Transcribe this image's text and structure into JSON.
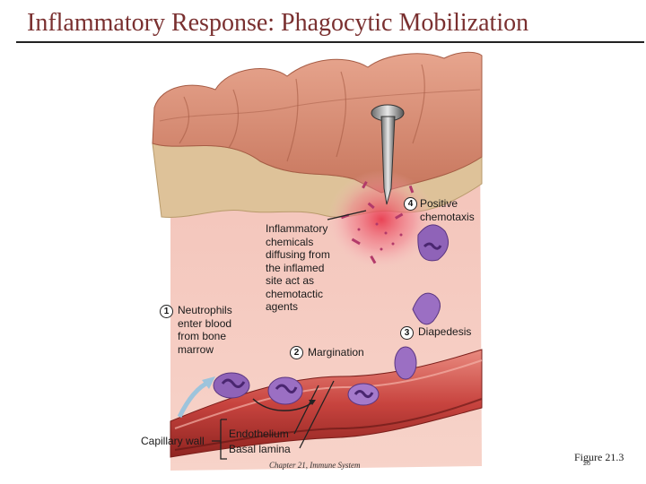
{
  "title": "Inflammatory Response: Phagocytic Mobilization",
  "steps": [
    {
      "number": "1",
      "text": "Neutrophils\nenter blood\nfrom bone\nmarrow"
    },
    {
      "number": "2",
      "text": "Margination"
    },
    {
      "number": "3",
      "text": "Diapedesis"
    },
    {
      "number": "4",
      "text": "Positive\nchemotaxis"
    }
  ],
  "labels": {
    "chemicals": "Inflammatory\nchemicals\ndiffusing from\nthe inflamed\nsite act as\nchemotactic\nagents",
    "capillary_wall": "Capillary wall",
    "endothelium": "Endothelium",
    "basal_lamina": "Basal lamina"
  },
  "footer": {
    "chapter": "Chapter 21, Immune System",
    "figure": "Figure 21.3",
    "page": "28"
  }
}
